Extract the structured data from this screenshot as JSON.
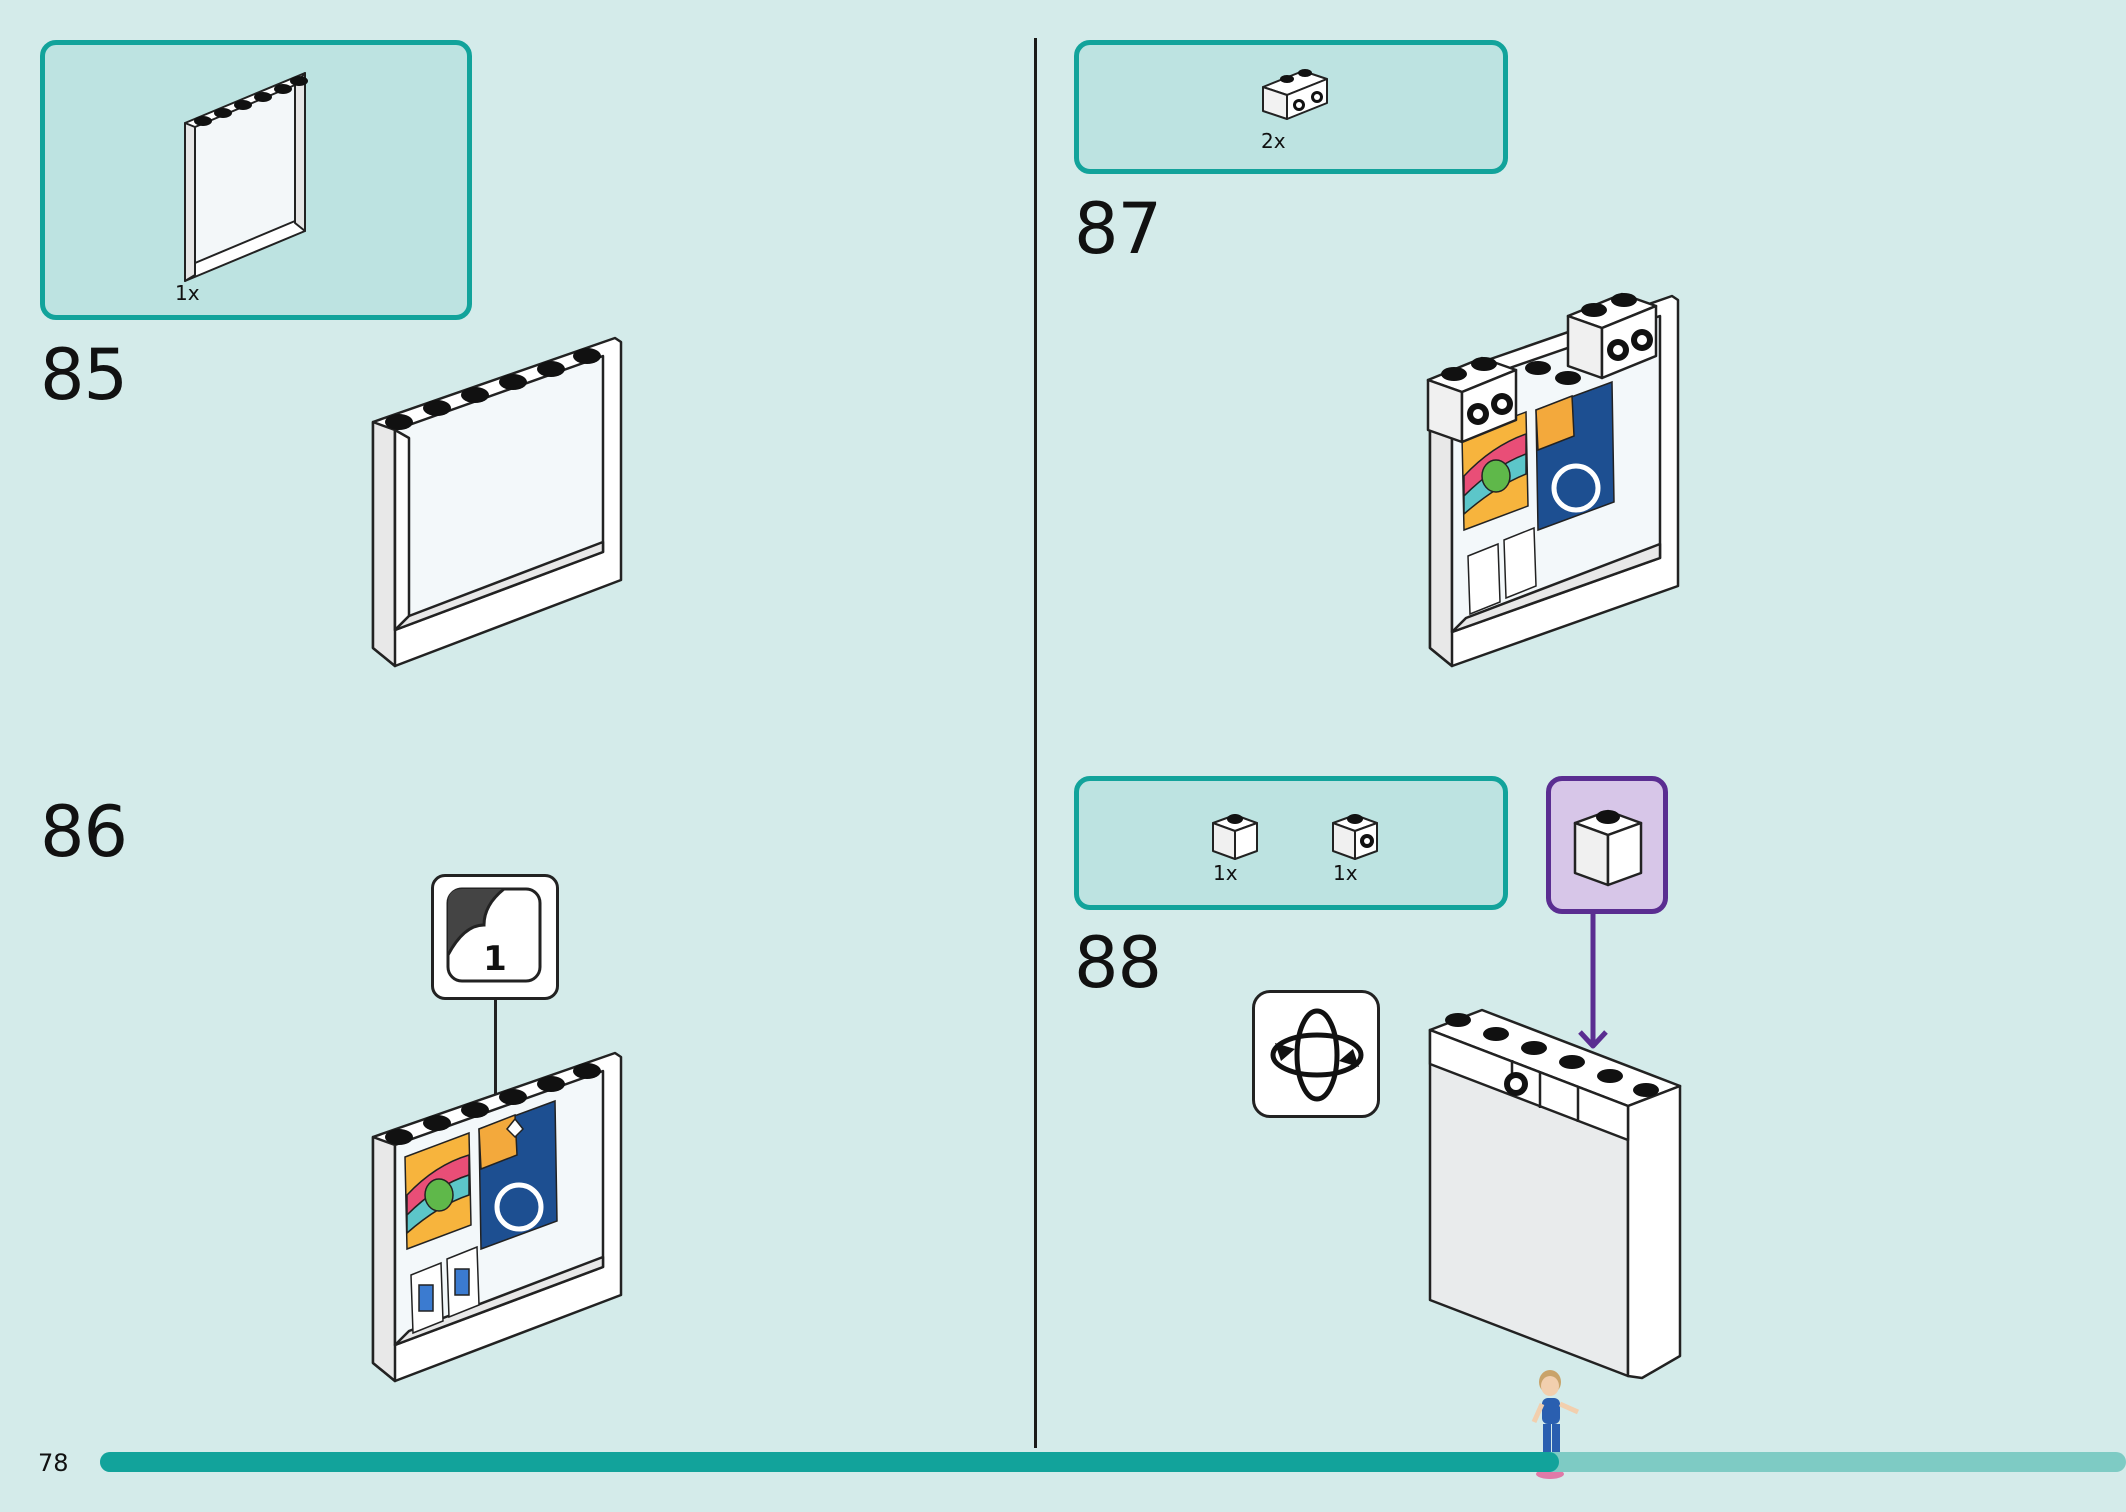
{
  "page": {
    "page_number": "78",
    "progress_fraction": 0.72,
    "colors": {
      "background": "#d4ebea",
      "parts_box_border": "#12a39b",
      "parts_box_fill": "#bde3e1",
      "callout_purple": "#5a2d91",
      "callout_purple_fill": "#d7c6e8"
    }
  },
  "steps": [
    {
      "number": "85",
      "parts": [
        {
          "quantity": "1x",
          "part": "white-panel-frame"
        }
      ]
    },
    {
      "number": "86",
      "sticker_callout": {
        "label": "1",
        "icon": "sticker-peel-icon"
      }
    },
    {
      "number": "87",
      "parts": [
        {
          "quantity": "2x",
          "part": "white-brick-1x2-side-studs"
        }
      ]
    },
    {
      "number": "88",
      "parts": [
        {
          "quantity": "1x",
          "part": "white-brick-1x1"
        },
        {
          "quantity": "1x",
          "part": "white-brick-1x1-side-stud"
        }
      ],
      "rotate_icon": "rotate-model-icon",
      "subassembly_icon": "white-brick-1x1"
    }
  ]
}
